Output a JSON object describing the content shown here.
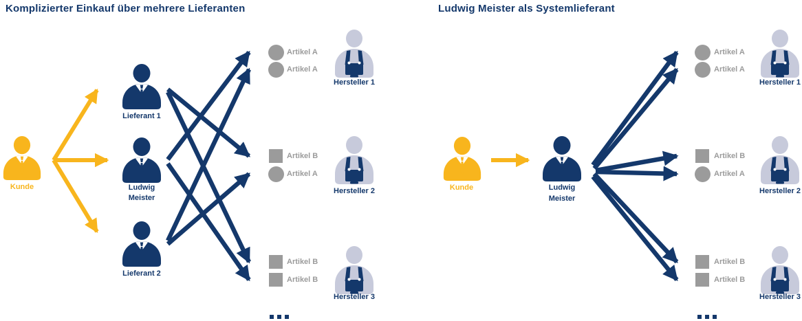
{
  "colors": {
    "dark_blue": "#14386B",
    "yellow": "#F8B51D",
    "gray_article": "#9B9B9B",
    "worker_light": "#C7CADB",
    "background": "#FFFFFF"
  },
  "icons": {
    "customer": "person-icon",
    "supplier": "person-icon",
    "manufacturer": "worker-icon",
    "article_a": "gray-circle-badge",
    "article_b": "gray-square-badge",
    "more": "ellipsis-dots"
  },
  "left": {
    "title": "Komplizierter Einkauf über mehrere Lieferanten",
    "customer_label": "Kunde",
    "supplier1_label": "Lieferant 1",
    "supplier2_label_line1": "Ludwig",
    "supplier2_label_line2": "Meister",
    "supplier3_label": "Lieferant 2",
    "groups": [
      {
        "articles": [
          {
            "shape": "circle",
            "label": "Artikel A"
          },
          {
            "shape": "circle",
            "label": "Artikel A"
          }
        ],
        "manufacturer": "Hersteller 1"
      },
      {
        "articles": [
          {
            "shape": "square",
            "label": "Artikel B"
          },
          {
            "shape": "circle",
            "label": "Artikel A"
          }
        ],
        "manufacturer": "Hersteller 2"
      },
      {
        "articles": [
          {
            "shape": "square",
            "label": "Artikel B"
          },
          {
            "shape": "square",
            "label": "Artikel B"
          }
        ],
        "manufacturer": "Hersteller 3"
      }
    ],
    "connections": [
      "Kunde → Lieferant 1",
      "Kunde → Ludwig Meister",
      "Kunde → Lieferant 2",
      "Lieferanten → Artikel (6 sich kreuzende Pfeile)"
    ],
    "ellipsis": "..."
  },
  "right": {
    "title": "Ludwig Meister als Systemlieferant",
    "customer_label": "Kunde",
    "supplier_label_line1": "Ludwig",
    "supplier_label_line2": "Meister",
    "groups": [
      {
        "articles": [
          {
            "shape": "circle",
            "label": "Artikel A"
          },
          {
            "shape": "circle",
            "label": "Artikel A"
          }
        ],
        "manufacturer": "Hersteller 1"
      },
      {
        "articles": [
          {
            "shape": "square",
            "label": "Artikel B"
          },
          {
            "shape": "circle",
            "label": "Artikel A"
          }
        ],
        "manufacturer": "Hersteller 2"
      },
      {
        "articles": [
          {
            "shape": "square",
            "label": "Artikel B"
          },
          {
            "shape": "square",
            "label": "Artikel B"
          }
        ],
        "manufacturer": "Hersteller 3"
      }
    ],
    "connections": [
      "Kunde → Ludwig Meister",
      "Ludwig Meister → alle Artikel (Fächer aus 6 Pfeilen)"
    ],
    "ellipsis": "..."
  }
}
